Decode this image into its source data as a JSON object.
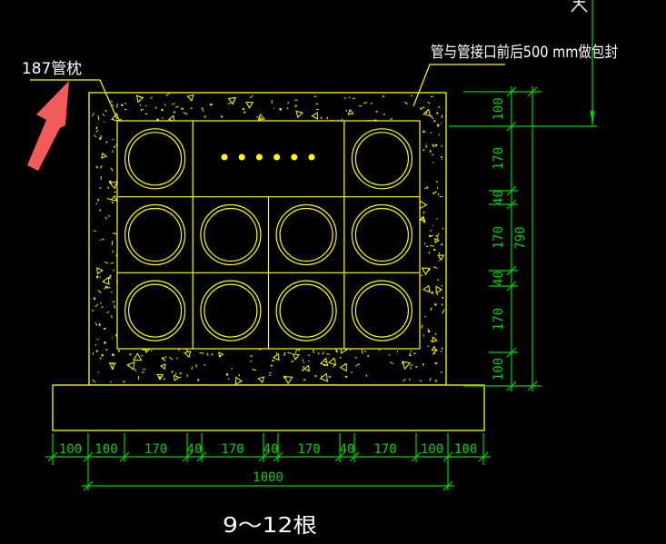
{
  "title": "9～12根",
  "annotations": {
    "pipe_pillow_label": "187管枕",
    "encasement_note": "管与管接口前后500 mm做包封"
  },
  "dimensions": {
    "bottom": {
      "segments": [
        "100",
        "100",
        "170",
        "40",
        "170",
        "40",
        "170",
        "40",
        "170",
        "100",
        "100"
      ],
      "total": "1000"
    },
    "right": {
      "segments": [
        "100",
        "170",
        "40",
        "170",
        "40",
        "170",
        "100"
      ],
      "total": "790"
    }
  },
  "structure": {
    "pipe_rows": 3,
    "pipe_cols": 4,
    "pipes_label_range": "9～12",
    "top_row_dot_count": 6
  },
  "colors": {
    "background": "#000000",
    "outline_yellow": "#ffff00",
    "dimension_green": "#00d400",
    "text_white": "#ffffff",
    "arrow_red": "#f15b5b",
    "hatch_white": "#dddddd"
  }
}
